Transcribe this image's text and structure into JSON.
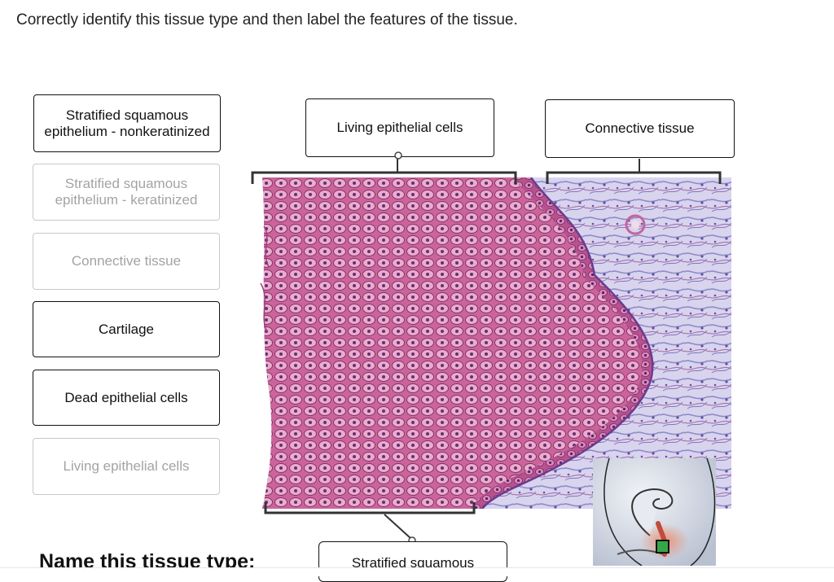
{
  "question": {
    "prompt": "Correctly identify this tissue type and then label the features of the tissue."
  },
  "label_bank": [
    {
      "label": "Stratified squamous epithelium - nonkeratinized",
      "state": "available"
    },
    {
      "label": "Stratified squamous epithelium - keratinized",
      "state": "used"
    },
    {
      "label": "Connective tissue",
      "state": "used"
    },
    {
      "label": "Cartilage",
      "state": "available"
    },
    {
      "label": "Dead epithelial cells",
      "state": "available"
    },
    {
      "label": "Living epithelial cells",
      "state": "used"
    }
  ],
  "placed_labels": {
    "top_left": "Living epithelial cells",
    "top_right": "Connective tissue",
    "bottom": "Stratified squamous"
  },
  "tissue_name_heading": "Name this tissue type:",
  "colors": {
    "epithelium": "#b8548f",
    "connective": "#a9a8d8",
    "border": "#111111",
    "used_border": "#c8c8c8",
    "used_text": "#a3a3a3"
  }
}
